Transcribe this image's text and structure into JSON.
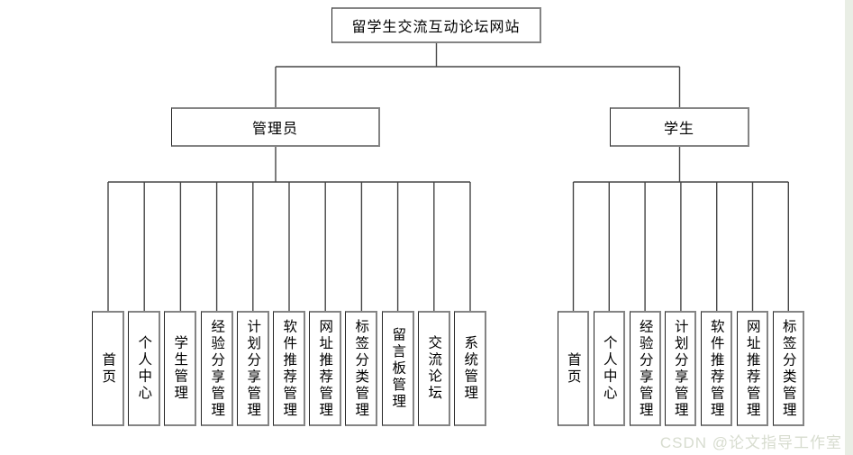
{
  "diagram": {
    "root": {
      "label": "留学生交流互动论坛网站"
    },
    "branches": [
      {
        "label": "管理员",
        "children": [
          "首页",
          "个人中心",
          "学生管理",
          "经验分享管理",
          "计划分享管理",
          "软件推荐管理",
          "网址推荐管理",
          "标签分类管理",
          "留言板管理",
          "交流论坛",
          "系统管理"
        ]
      },
      {
        "label": "学生",
        "children": [
          "首页",
          "个人中心",
          "经验分享管理",
          "计划分享管理",
          "软件推荐管理",
          "网址推荐管理",
          "标签分类管理"
        ]
      }
    ]
  },
  "watermark": {
    "text": "CSDN @论文指导工作室"
  },
  "colors": {
    "line": "#454545",
    "box_border": "#848484",
    "box_border_dark": "#242424",
    "watermark": "#d7dccf",
    "page_strip": "#e9eee5"
  }
}
